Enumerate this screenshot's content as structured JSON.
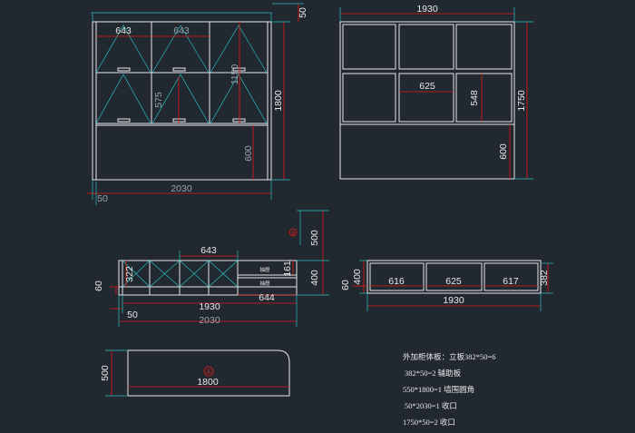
{
  "colors": {
    "background": "#212830",
    "outline": "#e8e8e8",
    "dimension": "#e21b1b",
    "extension": "#27c0c0",
    "muted": "#9aa2aa"
  },
  "front_view": {
    "width_top_left": "643",
    "width_top_mid": "643",
    "overall_height": "1800",
    "top_gap": "50",
    "inner_height_right": "1150",
    "door_height": "575",
    "base_height": "600",
    "side_offset": "50",
    "overall_width": "2030"
  },
  "back_view": {
    "overall_width": "1930",
    "overall_height": "1750",
    "cell_width": "625",
    "cell_height": "548",
    "base_height": "600"
  },
  "plan_view": {
    "marker": "③",
    "top_width": "643",
    "side_height": "500",
    "depth_upper": "400",
    "depth_left": "322",
    "drawer_height": "161",
    "left_offset": "60",
    "drawer_width": "644",
    "inner_width": "1930",
    "side_offset": "50",
    "overall_width": "2030",
    "drawer_label_1": "抽屉",
    "drawer_label_2": "抽屉"
  },
  "shelf_view": {
    "left_offset": "60",
    "depth": "400",
    "cell_1": "616",
    "cell_2": "625",
    "cell_3": "617",
    "depth_right": "382",
    "overall_width": "1930"
  },
  "panel_view": {
    "marker": "①",
    "height": "500",
    "length": "1800"
  },
  "notes": [
    "外加柜体板：立板382*50=6",
    "382*50=2 辅助板",
    "550*1800=1 墙围圆角",
    "50*2030=1 收口",
    "1750*50=2 收口"
  ]
}
